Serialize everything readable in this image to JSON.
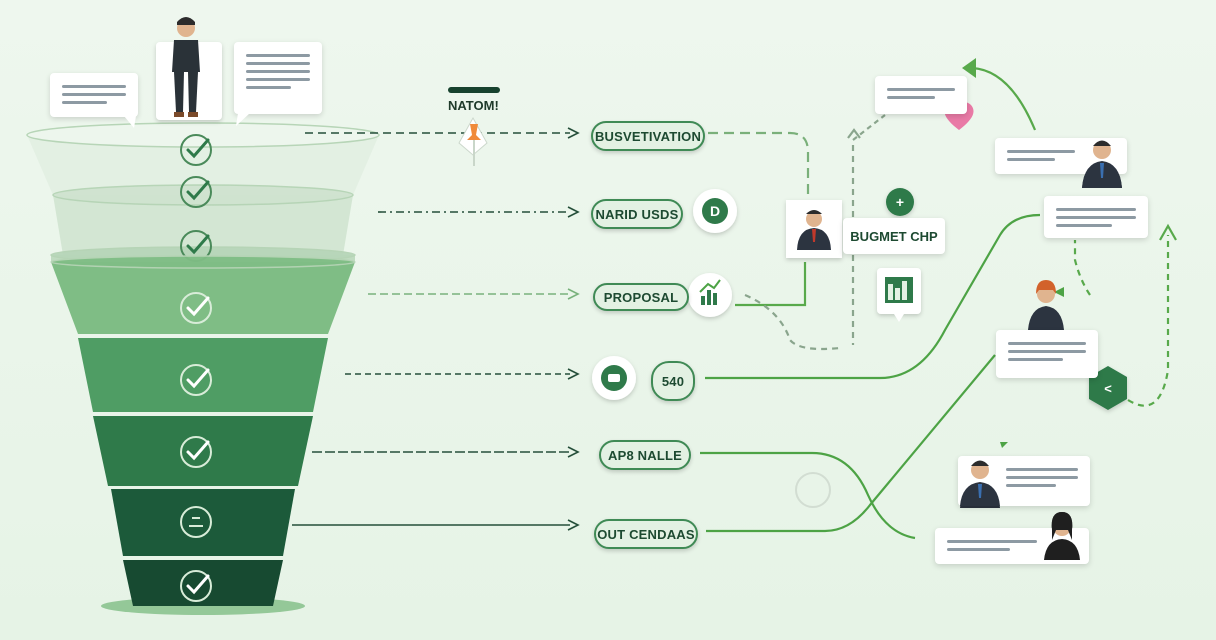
{
  "header": {
    "title": "NATOM!"
  },
  "funnel": {
    "stages": [
      {
        "name": "stage-1",
        "color": "#e2efe2",
        "checked": true
      },
      {
        "name": "stage-2",
        "color": "#cfe3cf",
        "checked": true
      },
      {
        "name": "stage-3",
        "color": "#b7d6b9",
        "checked": true
      },
      {
        "name": "stage-4",
        "color": "#7fbd85",
        "checked": true
      },
      {
        "name": "stage-5",
        "color": "#4f9d64",
        "checked": true
      },
      {
        "name": "stage-6",
        "color": "#2f7a4a",
        "checked": true
      },
      {
        "name": "stage-7",
        "color": "#1c5a3a",
        "checked": false
      },
      {
        "name": "stage-8",
        "color": "#174a31",
        "checked": true
      }
    ]
  },
  "pills": [
    {
      "id": "pill-qualification",
      "label": "BUSVETIVATION",
      "style": "light"
    },
    {
      "id": "pill-needs",
      "label": "NARID USDS",
      "style": "light"
    },
    {
      "id": "pill-proposal",
      "label": "PROPOSAL",
      "style": "light"
    },
    {
      "id": "pill-value",
      "label": "540",
      "style": "light"
    },
    {
      "id": "pill-negotiation",
      "label": "AP8 NALLE",
      "style": "light"
    },
    {
      "id": "pill-outcomes",
      "label": "OUT CENDAAS",
      "style": "light"
    }
  ],
  "budget": {
    "label": "BUGMET CHP"
  },
  "colors": {
    "accent": "#3f8a55",
    "dark_green": "#17422e",
    "line_green": "#58a94b",
    "heart": "#e97aa6",
    "orange": "#f08a3a"
  }
}
